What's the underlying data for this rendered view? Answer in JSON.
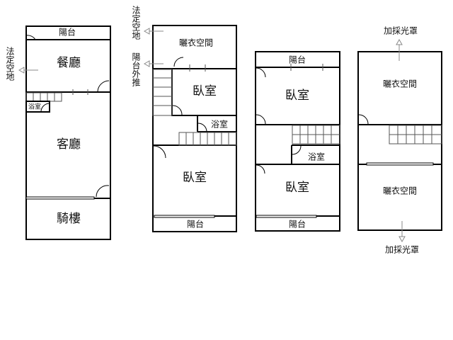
{
  "plan1": {
    "balcony": "陽台",
    "dining": "餐廳",
    "bathroom": "浴室",
    "living": "客廳",
    "arcade": "騎樓",
    "side_note": "法定空地"
  },
  "plan2": {
    "drying": "曬衣空間",
    "bedroom_upper": "臥室",
    "bathroom": "浴室",
    "bedroom_lower": "臥室",
    "balcony": "陽台",
    "note_top": "法定空地",
    "note_balcony": "陽台外推"
  },
  "plan3": {
    "balcony_top": "陽台",
    "bedroom_upper": "臥室",
    "bathroom": "浴室",
    "bedroom_lower": "臥室",
    "balcony_bottom": "陽台"
  },
  "plan4": {
    "drying_upper": "曬衣空間",
    "drying_lower": "曬衣空間",
    "note_top": "加採光罩",
    "note_bottom": "加採光罩"
  }
}
